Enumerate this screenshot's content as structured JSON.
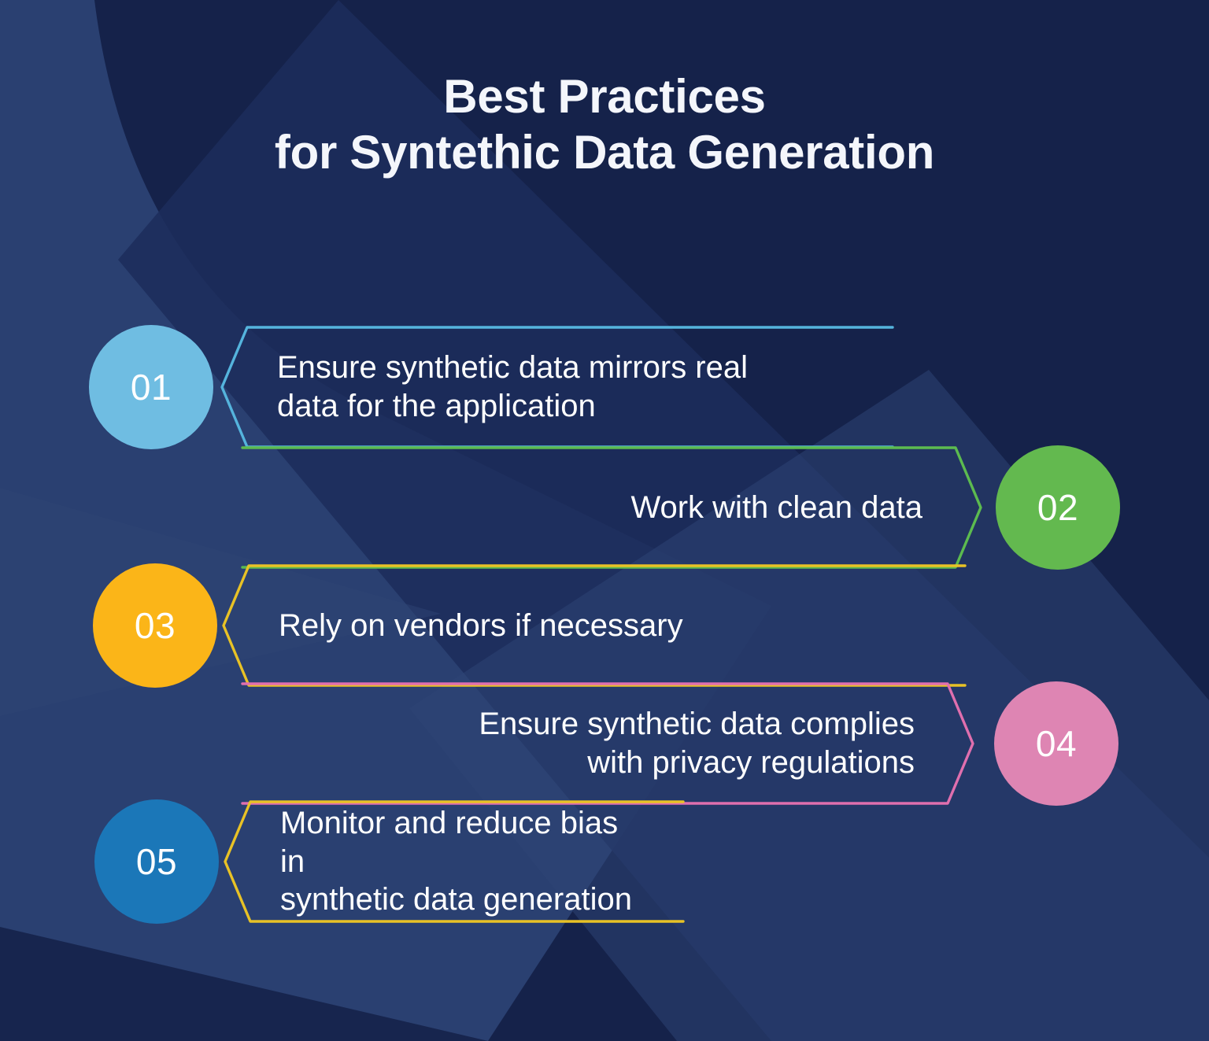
{
  "title": {
    "line1": "Best Practices",
    "line2": "for Syntethic Data Generation"
  },
  "colors": {
    "background_dark": "#15224a",
    "background_mid": "#1d2c5b",
    "background_light": "#2d4374",
    "text": "#ffffff",
    "title": "#f4f6fb"
  },
  "items": [
    {
      "number": "01",
      "text": "Ensure synthetic data mirrors real\ndata for the application",
      "circle_color": "#6fbde2",
      "outline_color": "#55b4dd",
      "side": "left",
      "bubble_side": "left"
    },
    {
      "number": "02",
      "text": "Work with clean data",
      "circle_color": "#63b94f",
      "outline_color": "#5cbb4f",
      "side": "right",
      "bubble_side": "right"
    },
    {
      "number": "03",
      "text": "Rely on vendors if necessary",
      "circle_color": "#fbb518",
      "outline_color": "#e8c226",
      "side": "left",
      "bubble_side": "left"
    },
    {
      "number": "04",
      "text": "Ensure synthetic data complies\nwith privacy regulations",
      "circle_color": "#de85b3",
      "outline_color": "#e06fae",
      "side": "right",
      "bubble_side": "right"
    },
    {
      "number": "05",
      "text": "Monitor and reduce bias in\nsynthetic data generation",
      "circle_color": "#1b77b8",
      "outline_color": "#e8c226",
      "side": "left",
      "bubble_side": "left"
    }
  ]
}
